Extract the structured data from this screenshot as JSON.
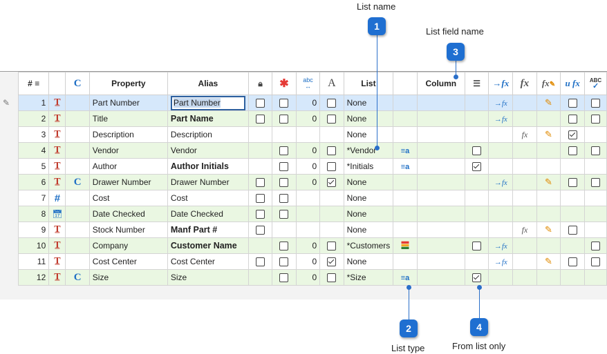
{
  "callouts": [
    {
      "id": "1",
      "label": "List name"
    },
    {
      "id": "2",
      "label": "List type"
    },
    {
      "id": "3",
      "label": "List field name"
    },
    {
      "id": "4",
      "label": "From list only"
    }
  ],
  "headers": {
    "num": "#",
    "property": "Property",
    "alias": "Alias",
    "list": "List",
    "column": "Column",
    "c_icon": "C",
    "abc_small": "abc",
    "a_big": "A",
    "abc_check": "ABC"
  },
  "rows": [
    {
      "n": "1",
      "icon": "text",
      "c": "",
      "property": "Part Number",
      "alias": "Part Number",
      "alias_bold": false,
      "c1": false,
      "c2": false,
      "zero": "0",
      "c3": false,
      "list": "None",
      "list_type": "",
      "from_list": null
    },
    {
      "n": "2",
      "icon": "text",
      "c": "",
      "property": "Title",
      "alias": "Part Name",
      "alias_bold": true,
      "c1": false,
      "c2": false,
      "zero": "0",
      "c3": false,
      "list": "None",
      "list_type": "",
      "from_list": null
    },
    {
      "n": "3",
      "icon": "text",
      "c": "",
      "property": "Description",
      "alias": "Description",
      "alias_bold": false,
      "c1": null,
      "c2": null,
      "zero": "",
      "c3": null,
      "list": "None",
      "list_type": "",
      "from_list": null
    },
    {
      "n": "4",
      "icon": "text",
      "c": "",
      "property": "Vendor",
      "alias": "Vendor",
      "alias_bold": false,
      "c1": null,
      "c2": false,
      "zero": "0",
      "c3": false,
      "list": "*Vendor",
      "list_type": "list-a-icon",
      "from_list": false
    },
    {
      "n": "5",
      "icon": "text",
      "c": "",
      "property": "Author",
      "alias": "Author Initials",
      "alias_bold": true,
      "c1": null,
      "c2": false,
      "zero": "0",
      "c3": false,
      "list": "*Initials",
      "list_type": "list-a-icon",
      "from_list": true
    },
    {
      "n": "6",
      "icon": "text",
      "c": "C",
      "property": "Drawer Number",
      "alias": "Drawer Number",
      "alias_bold": false,
      "c1": false,
      "c2": false,
      "zero": "0",
      "c3": true,
      "list": "None",
      "list_type": "",
      "from_list": null
    },
    {
      "n": "7",
      "icon": "number",
      "c": "",
      "property": "Cost",
      "alias": "Cost",
      "alias_bold": false,
      "c1": false,
      "c2": false,
      "zero": "",
      "c3": null,
      "list": "None",
      "list_type": "",
      "from_list": null
    },
    {
      "n": "8",
      "icon": "date",
      "c": "",
      "property": "Date Checked",
      "alias": "Date Checked",
      "alias_bold": false,
      "c1": false,
      "c2": false,
      "zero": "",
      "c3": null,
      "list": "None",
      "list_type": "",
      "from_list": null
    },
    {
      "n": "9",
      "icon": "text",
      "c": "",
      "property": "Stock Number",
      "alias": "Manf Part #",
      "alias_bold": true,
      "c1": false,
      "c2": null,
      "zero": "",
      "c3": null,
      "list": "None",
      "list_type": "",
      "from_list": null
    },
    {
      "n": "10",
      "icon": "text",
      "c": "",
      "property": "Company",
      "alias": "Customer Name",
      "alias_bold": true,
      "c1": null,
      "c2": false,
      "zero": "0",
      "c3": false,
      "list": "*Customers",
      "list_type": "list-color-icon",
      "from_list": false
    },
    {
      "n": "11",
      "icon": "text",
      "c": "",
      "property": "Cost Center",
      "alias": "Cost Center",
      "alias_bold": false,
      "c1": false,
      "c2": false,
      "zero": "0",
      "c3": true,
      "list": "None",
      "list_type": "",
      "from_list": null
    },
    {
      "n": "12",
      "icon": "text",
      "c": "C",
      "property": "Size",
      "alias": "Size",
      "alias_bold": false,
      "c1": null,
      "c2": false,
      "zero": "0",
      "c3": false,
      "list": "*Size",
      "list_type": "list-a-icon",
      "from_list": true
    }
  ],
  "row_formula": [
    {
      "fxa": true,
      "fx": false,
      "pen": true,
      "u": false,
      "abc": false
    },
    {
      "fxa": true,
      "fx": false,
      "pen": false,
      "u": false,
      "abc": false
    },
    {
      "fxa": false,
      "fx": true,
      "pen": true,
      "u": true,
      "abc": null
    },
    {
      "fxa": false,
      "fx": false,
      "pen": false,
      "u": false,
      "abc": false
    },
    {
      "fxa": false,
      "fx": false,
      "pen": false,
      "u": null,
      "abc": null
    },
    {
      "fxa": true,
      "fx": false,
      "pen": true,
      "u": false,
      "abc": false
    },
    {
      "fxa": false,
      "fx": false,
      "pen": false,
      "u": null,
      "abc": null
    },
    {
      "fxa": false,
      "fx": false,
      "pen": false,
      "u": null,
      "abc": null
    },
    {
      "fxa": false,
      "fx": true,
      "pen": true,
      "u": false,
      "abc": null
    },
    {
      "fxa": true,
      "fx": false,
      "pen": false,
      "u": null,
      "abc": false
    },
    {
      "fxa": true,
      "fx": false,
      "pen": true,
      "u": false,
      "abc": false
    },
    {
      "fxa": false,
      "fx": false,
      "pen": false,
      "u": null,
      "abc": null
    }
  ],
  "row_colors": [
    "sel",
    "green",
    "white",
    "green",
    "white",
    "green",
    "white",
    "green",
    "white",
    "green",
    "white",
    "green"
  ],
  "u_values": [
    null,
    null,
    true,
    null,
    null,
    null,
    null,
    null,
    null,
    null,
    null,
    null
  ],
  "colors": {
    "accent": "#1f6fd1",
    "green_row": "#eaf7e2",
    "selected_row": "#d6e8fb"
  }
}
